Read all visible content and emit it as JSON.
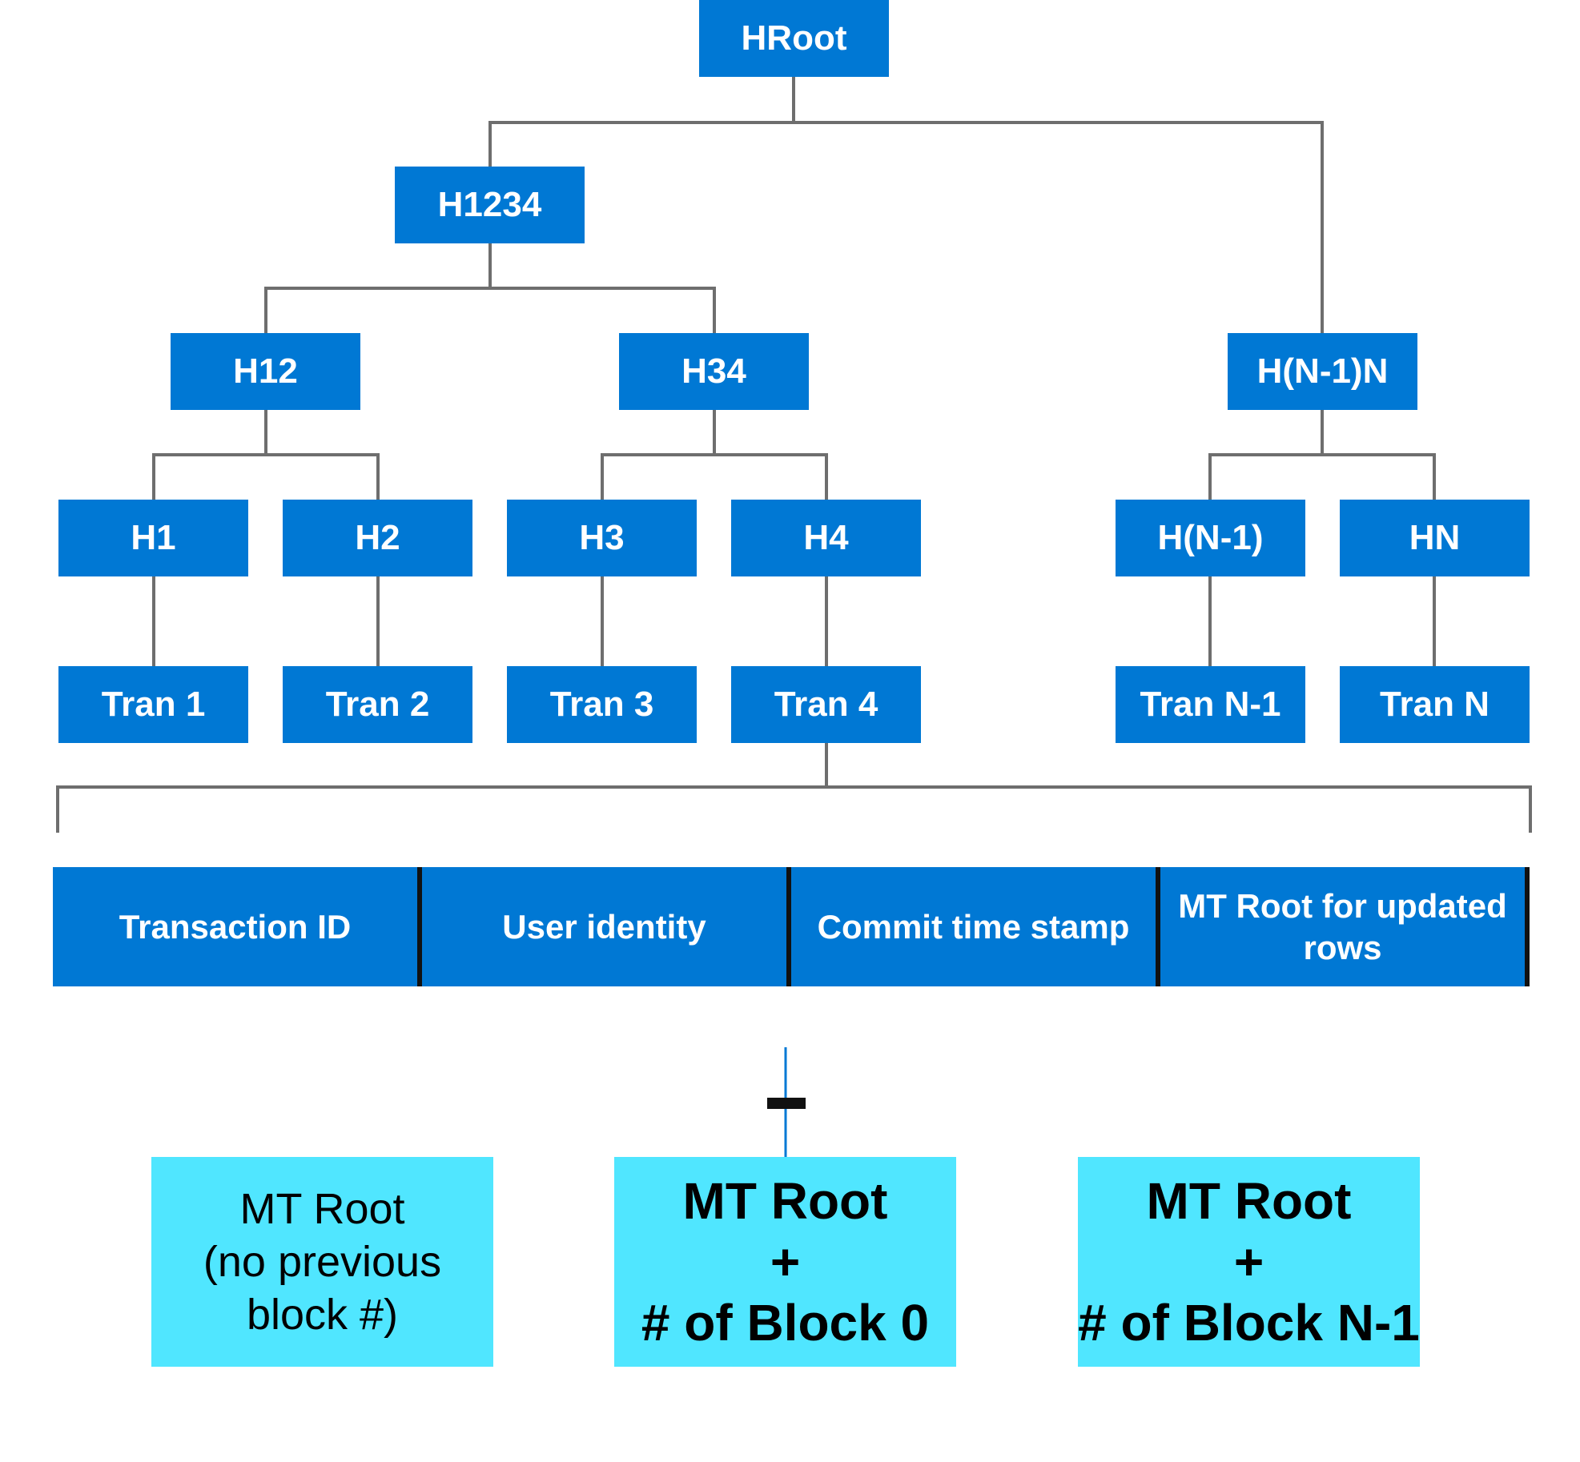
{
  "colors": {
    "node_fill": "#0078d4",
    "node_text": "#ffffff",
    "block_fill": "#50e6ff",
    "connector": "#6e6e6e",
    "divider": "#111111"
  },
  "tree": {
    "root": "HRoot",
    "level1": [
      "H1234",
      "H(N-1)N"
    ],
    "level2": [
      "H12",
      "H34"
    ],
    "hashes": [
      "H1",
      "H2",
      "H3",
      "H4",
      "H(N-1)",
      "HN"
    ],
    "transactions": [
      "Tran 1",
      "Tran 2",
      "Tran 3",
      "Tran 4",
      "Tran N-1",
      "Tran N"
    ]
  },
  "record_fields": [
    {
      "line1": "Transaction ID",
      "line2": ""
    },
    {
      "line1": "User identity",
      "line2": ""
    },
    {
      "line1": "Commit time",
      "line2": "stamp"
    },
    {
      "line1": "MT Root for",
      "line2": "updated rows"
    }
  ],
  "blocks": [
    {
      "line1": "MT Root",
      "line2": "(no previous",
      "line3": "block #)"
    },
    {
      "line1": "MT Root",
      "line2": "+",
      "line3": "# of Block 0"
    },
    {
      "line1": "MT Root",
      "line2": "+",
      "line3": "# of Block N-1"
    }
  ]
}
